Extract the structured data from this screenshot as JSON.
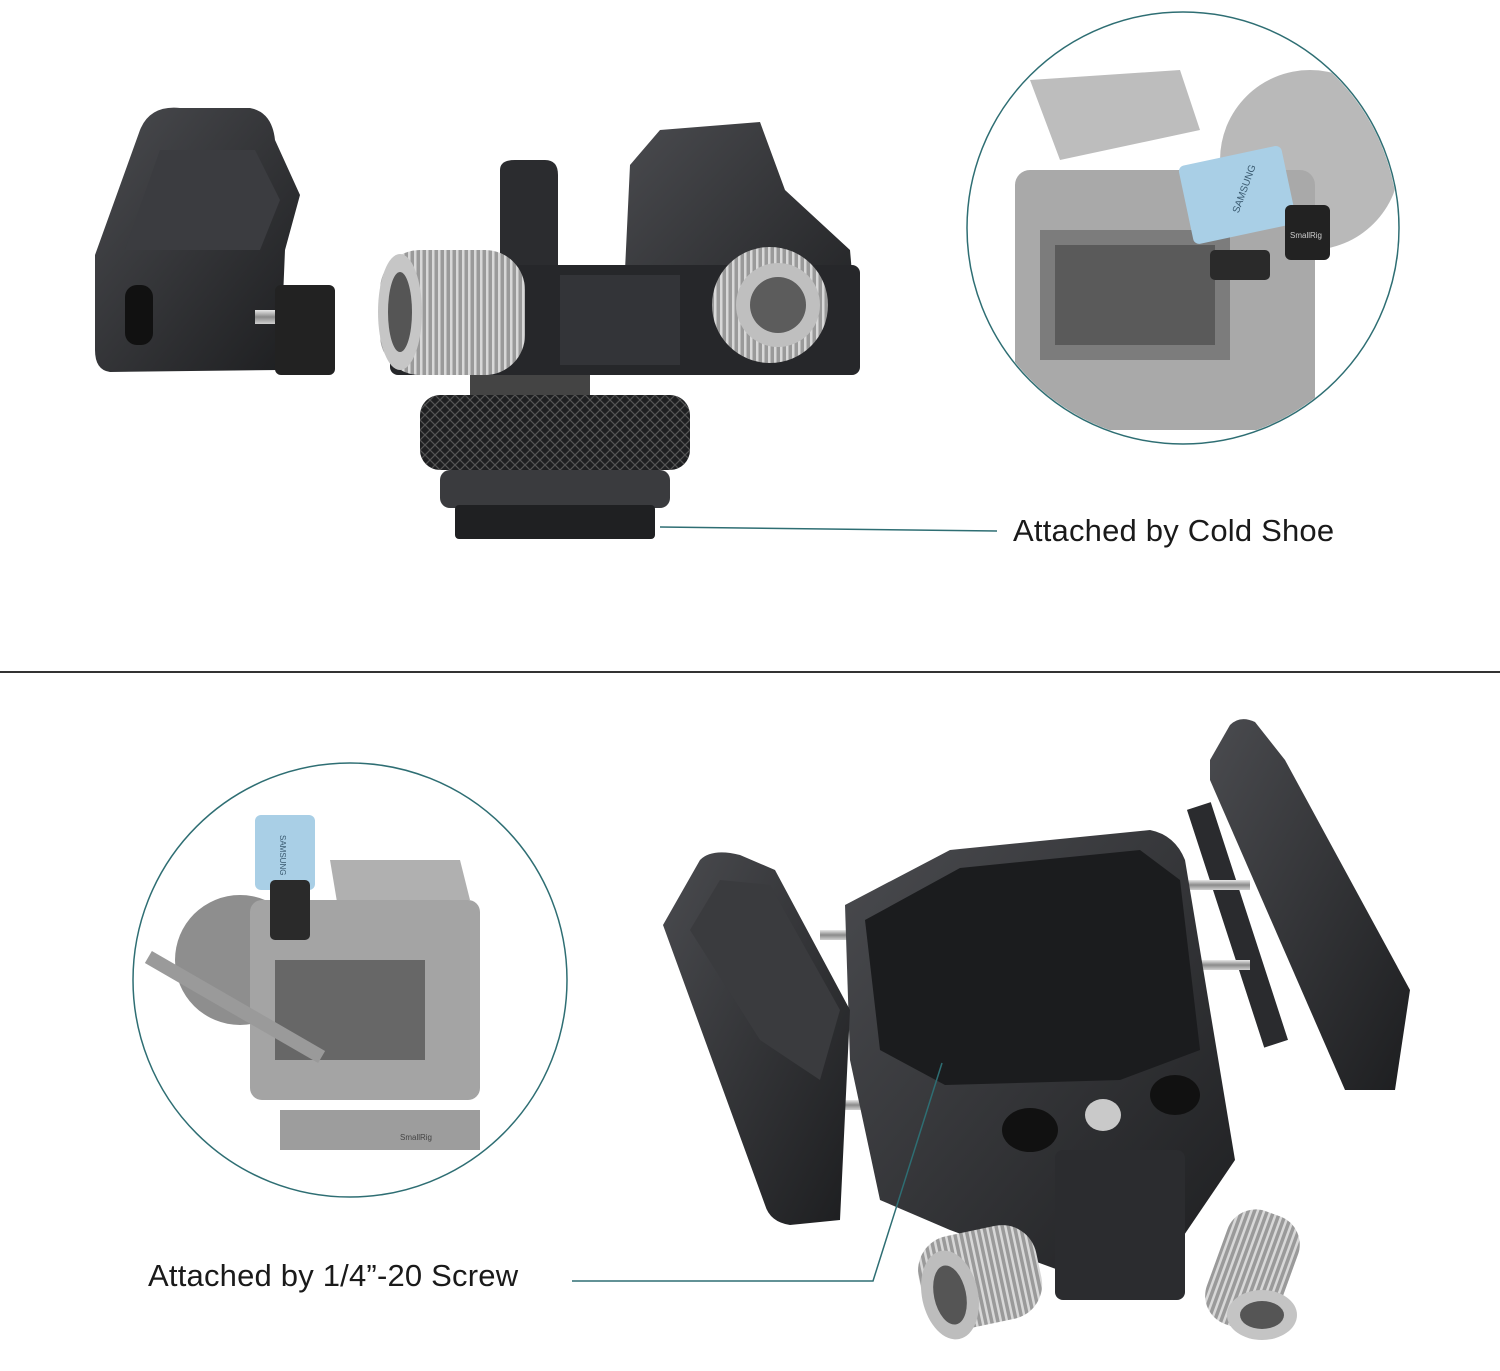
{
  "top_panel": {
    "caption": "Attached by Cold Shoe",
    "inset_logo_text": [
      "SAMSUNG",
      "SmallRig"
    ]
  },
  "bottom_panel": {
    "caption": "Attached by 1/4”-20 Screw",
    "inset_logo_text": [
      "SAMSUNG",
      "SmallRig"
    ]
  },
  "colors": {
    "accent_teal": "#2e6e73",
    "product_black": "#2a2b2e",
    "ssd_blue": "#a9cfe6",
    "divider": "#333333"
  }
}
